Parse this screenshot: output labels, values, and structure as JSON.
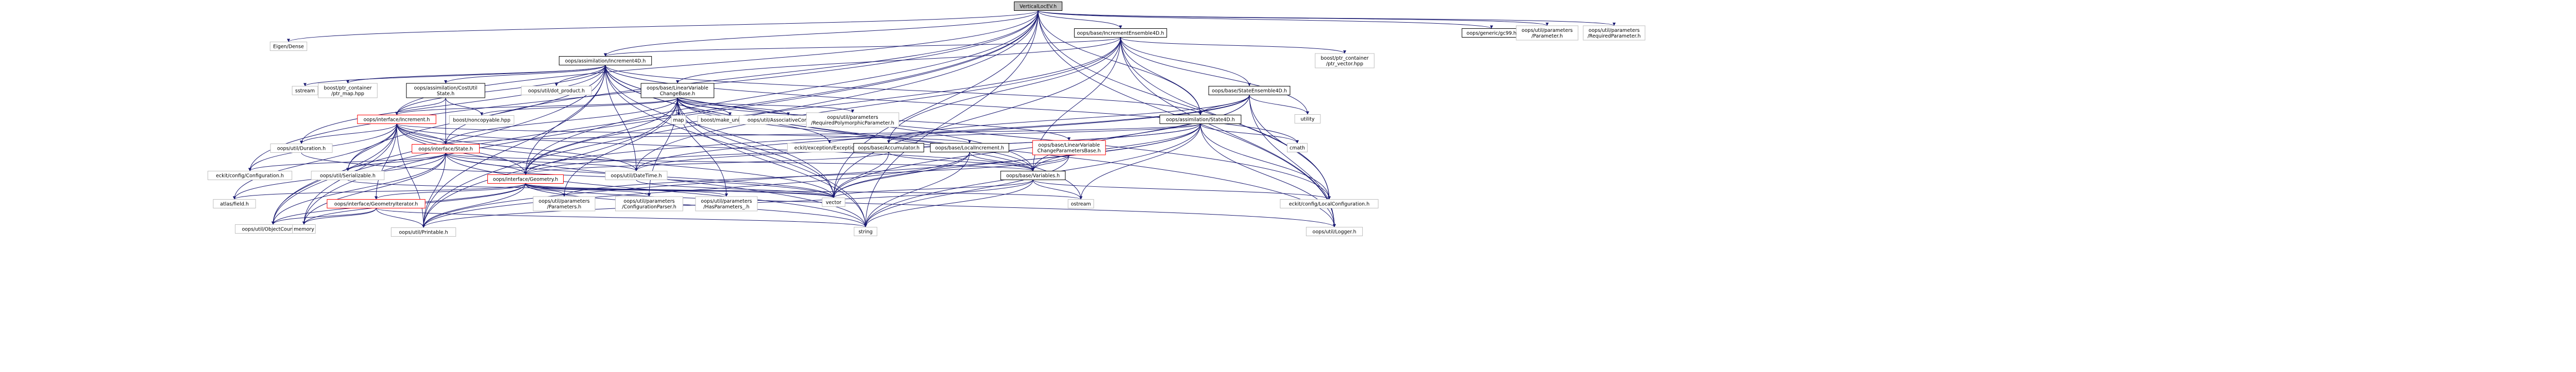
{
  "root": "VerticalLocEV.h",
  "nodes": [
    {
      "id": "root",
      "label": [
        "VerticalLocEV.h"
      ],
      "style": "root"
    },
    {
      "id": "eigen",
      "label": [
        "Eigen/Dense"
      ],
      "style": "plain"
    },
    {
      "id": "ie4d",
      "label": [
        "oops/base/IncrementEnsemble4D.h"
      ],
      "style": "linked"
    },
    {
      "id": "gcw",
      "label": [
        "oops/generic/gc99.h"
      ],
      "style": "linked"
    },
    {
      "id": "upparam",
      "label": [
        "oops/util/parameters",
        "/Parameter.h"
      ],
      "style": "plain"
    },
    {
      "id": "upreqparam",
      "label": [
        "oops/util/parameters",
        "/RequiredParameter.h"
      ],
      "style": "plain"
    },
    {
      "id": "inc4d",
      "label": [
        "oops/assimilation/Increment4D.h"
      ],
      "style": "linked"
    },
    {
      "id": "ptrvector",
      "label": [
        "boost/ptr_container",
        "/ptr_vector.hpp"
      ],
      "style": "plain"
    },
    {
      "id": "se4d",
      "label": [
        "oops/base/StateEnsemble4D.h"
      ],
      "style": "linked"
    },
    {
      "id": "utility",
      "label": [
        "utility"
      ],
      "style": "plain"
    },
    {
      "id": "sstream",
      "label": [
        "sstream"
      ],
      "style": "plain"
    },
    {
      "id": "ptrmap",
      "label": [
        "boost/ptr_container",
        "/ptr_map.hpp"
      ],
      "style": "plain"
    },
    {
      "id": "costutil",
      "label": [
        "oops/assimilation/CostUtil",
        "State.h"
      ],
      "style": "linked"
    },
    {
      "id": "dotprod",
      "label": [
        "oops/util/dot_product.h"
      ],
      "style": "plain"
    },
    {
      "id": "lvcb",
      "label": [
        "oops/base/LinearVariable",
        "ChangeBase.h"
      ],
      "style": "linked"
    },
    {
      "id": "state4d",
      "label": [
        "oops/assimilation/State4D.h"
      ],
      "style": "linked"
    },
    {
      "id": "noncopy",
      "label": [
        "boost/noncopyable.hpp"
      ],
      "style": "plain"
    },
    {
      "id": "map",
      "label": [
        "map"
      ],
      "style": "plain"
    },
    {
      "id": "makeunique",
      "label": [
        "boost/make_unique.hpp"
      ],
      "style": "plain"
    },
    {
      "id": "assoc",
      "label": [
        "oops/util/AssociativeContainers.h"
      ],
      "style": "plain"
    },
    {
      "id": "reqpoly",
      "label": [
        "oops/util/parameters",
        "/RequiredPolymorphicParameter.h"
      ],
      "style": "plain"
    },
    {
      "id": "iincrement",
      "label": [
        "oops/interface/Increment.h"
      ],
      "style": "red"
    },
    {
      "id": "cmath",
      "label": [
        "cmath"
      ],
      "style": "plain"
    },
    {
      "id": "exceptions",
      "label": [
        "eckit/exception/Exceptions.h"
      ],
      "style": "plain"
    },
    {
      "id": "accum",
      "label": [
        "oops/base/Accumulator.h"
      ],
      "style": "linked"
    },
    {
      "id": "localinc",
      "label": [
        "oops/base/LocalIncrement.h"
      ],
      "style": "linked"
    },
    {
      "id": "lvcpb",
      "label": [
        "oops/base/LinearVariable",
        "ChangeParametersBase.h"
      ],
      "style": "red"
    },
    {
      "id": "duration",
      "label": [
        "oops/util/Duration.h"
      ],
      "style": "plain"
    },
    {
      "id": "istate",
      "label": [
        "oops/interface/State.h"
      ],
      "style": "red"
    },
    {
      "id": "econfig",
      "label": [
        "eckit/config/Configuration.h"
      ],
      "style": "plain"
    },
    {
      "id": "serial",
      "label": [
        "oops/util/Serializable.h"
      ],
      "style": "plain"
    },
    {
      "id": "datetime",
      "label": [
        "oops/util/DateTime.h"
      ],
      "style": "plain"
    },
    {
      "id": "variables",
      "label": [
        "oops/base/Variables.h"
      ],
      "style": "linked"
    },
    {
      "id": "igeom",
      "label": [
        "oops/interface/Geometry.h"
      ],
      "style": "red"
    },
    {
      "id": "atlas",
      "label": [
        "atlas/field.h"
      ],
      "style": "plain"
    },
    {
      "id": "igeomit",
      "label": [
        "oops/interface/GeometryIterator.h"
      ],
      "style": "red"
    },
    {
      "id": "upparams",
      "label": [
        "oops/util/parameters",
        "/Parameters.h"
      ],
      "style": "plain"
    },
    {
      "id": "cfgparser",
      "label": [
        "oops/util/parameters",
        "/ConfigurationParser.h"
      ],
      "style": "plain"
    },
    {
      "id": "hasparams",
      "label": [
        "oops/util/parameters",
        "/HasParameters_.h"
      ],
      "style": "plain"
    },
    {
      "id": "vector",
      "label": [
        "vector"
      ],
      "style": "plain"
    },
    {
      "id": "ostream",
      "label": [
        "ostream"
      ],
      "style": "plain"
    },
    {
      "id": "localcfg",
      "label": [
        "eckit/config/LocalConfiguration.h"
      ],
      "style": "plain"
    },
    {
      "id": "objcounter",
      "label": [
        "oops/util/ObjectCounter.h"
      ],
      "style": "plain"
    },
    {
      "id": "memory",
      "label": [
        "memory"
      ],
      "style": "plain"
    },
    {
      "id": "printable",
      "label": [
        "oops/util/Printable.h"
      ],
      "style": "plain"
    },
    {
      "id": "string",
      "label": [
        "string"
      ],
      "style": "plain"
    },
    {
      "id": "logger",
      "label": [
        "oops/util/Logger.h"
      ],
      "style": "plain"
    }
  ],
  "edges": [
    [
      "root",
      "eigen"
    ],
    [
      "root",
      "ie4d"
    ],
    [
      "root",
      "gcw"
    ],
    [
      "root",
      "upparam"
    ],
    [
      "root",
      "upreqparam"
    ],
    [
      "root",
      "inc4d"
    ],
    [
      "root",
      "state4d"
    ],
    [
      "root",
      "istate"
    ],
    [
      "root",
      "igeom"
    ],
    [
      "root",
      "iincrement"
    ],
    [
      "root",
      "objcounter"
    ],
    [
      "root",
      "printable"
    ],
    [
      "root",
      "memory"
    ],
    [
      "root",
      "string"
    ],
    [
      "root",
      "logger"
    ],
    [
      "root",
      "vector"
    ],
    [
      "root",
      "econfig"
    ],
    [
      "root",
      "localcfg"
    ],
    [
      "ie4d",
      "inc4d"
    ],
    [
      "ie4d",
      "ptrvector"
    ],
    [
      "ie4d",
      "se4d"
    ],
    [
      "ie4d",
      "utility"
    ],
    [
      "ie4d",
      "lvcb"
    ],
    [
      "ie4d",
      "state4d"
    ],
    [
      "ie4d",
      "accum"
    ],
    [
      "ie4d",
      "vector"
    ],
    [
      "ie4d",
      "logger"
    ],
    [
      "ie4d",
      "localcfg"
    ],
    [
      "ie4d",
      "variables"
    ],
    [
      "ie4d",
      "datetime"
    ],
    [
      "ie4d",
      "igeom"
    ],
    [
      "inc4d",
      "sstream"
    ],
    [
      "inc4d",
      "ptrmap"
    ],
    [
      "inc4d",
      "costutil"
    ],
    [
      "inc4d",
      "dotprod"
    ],
    [
      "inc4d",
      "iincrement"
    ],
    [
      "inc4d",
      "state4d"
    ],
    [
      "inc4d",
      "duration"
    ],
    [
      "inc4d",
      "datetime"
    ],
    [
      "inc4d",
      "logger"
    ],
    [
      "inc4d",
      "localcfg"
    ],
    [
      "inc4d",
      "variables"
    ],
    [
      "inc4d",
      "vector"
    ],
    [
      "inc4d",
      "igeom"
    ],
    [
      "inc4d",
      "serial"
    ],
    [
      "inc4d",
      "printable"
    ],
    [
      "inc4d",
      "objcounter"
    ],
    [
      "inc4d",
      "cmath"
    ],
    [
      "inc4d",
      "ostream"
    ],
    [
      "inc4d",
      "string"
    ],
    [
      "costutil",
      "iincrement"
    ],
    [
      "costutil",
      "istate"
    ],
    [
      "costutil",
      "noncopy"
    ],
    [
      "lvcb",
      "map"
    ],
    [
      "lvcb",
      "makeunique"
    ],
    [
      "lvcb",
      "assoc"
    ],
    [
      "lvcb",
      "reqpoly"
    ],
    [
      "lvcb",
      "iincrement"
    ],
    [
      "lvcb",
      "istate"
    ],
    [
      "lvcb",
      "igeom"
    ],
    [
      "lvcb",
      "lvcpb"
    ],
    [
      "lvcb",
      "variables"
    ],
    [
      "lvcb",
      "noncopy"
    ],
    [
      "lvcb",
      "exceptions"
    ],
    [
      "lvcb",
      "upparams"
    ],
    [
      "lvcb",
      "cfgparser"
    ],
    [
      "lvcb",
      "hasparams"
    ],
    [
      "lvcb",
      "printable"
    ],
    [
      "lvcb",
      "string"
    ],
    [
      "lvcb",
      "vector"
    ],
    [
      "se4d",
      "state4d"
    ],
    [
      "se4d",
      "utility"
    ],
    [
      "se4d",
      "vector"
    ],
    [
      "se4d",
      "logger"
    ],
    [
      "se4d",
      "localcfg"
    ],
    [
      "se4d",
      "variables"
    ],
    [
      "se4d",
      "datetime"
    ],
    [
      "se4d",
      "accum"
    ],
    [
      "se4d",
      "igeom"
    ],
    [
      "state4d",
      "istate"
    ],
    [
      "state4d",
      "cmath"
    ],
    [
      "state4d",
      "exceptions"
    ],
    [
      "state4d",
      "ostream"
    ],
    [
      "state4d",
      "vector"
    ],
    [
      "state4d",
      "string"
    ],
    [
      "state4d",
      "localcfg"
    ],
    [
      "state4d",
      "variables"
    ],
    [
      "state4d",
      "datetime"
    ],
    [
      "state4d",
      "logger"
    ],
    [
      "state4d",
      "igeom"
    ],
    [
      "state4d",
      "printable"
    ],
    [
      "iincrement",
      "istate"
    ],
    [
      "iincrement",
      "igeom"
    ],
    [
      "iincrement",
      "igeomit"
    ],
    [
      "iincrement",
      "datetime"
    ],
    [
      "iincrement",
      "duration"
    ],
    [
      "iincrement",
      "serial"
    ],
    [
      "iincrement",
      "atlas"
    ],
    [
      "iincrement",
      "memory"
    ],
    [
      "iincrement",
      "objcounter"
    ],
    [
      "iincrement",
      "printable"
    ],
    [
      "iincrement",
      "string"
    ],
    [
      "iincrement",
      "vector"
    ],
    [
      "iincrement",
      "localinc"
    ],
    [
      "iincrement",
      "variables"
    ],
    [
      "iincrement",
      "econfig"
    ],
    [
      "istate",
      "igeom"
    ],
    [
      "istate",
      "datetime"
    ],
    [
      "istate",
      "serial"
    ],
    [
      "istate",
      "atlas"
    ],
    [
      "istate",
      "memory"
    ],
    [
      "istate",
      "objcounter"
    ],
    [
      "istate",
      "printable"
    ],
    [
      "istate",
      "string"
    ],
    [
      "istate",
      "variables"
    ],
    [
      "istate",
      "econfig"
    ],
    [
      "istate",
      "vector"
    ],
    [
      "accum",
      "igeom"
    ],
    [
      "accum",
      "variables"
    ],
    [
      "accum",
      "vector"
    ],
    [
      "localinc",
      "variables"
    ],
    [
      "localinc",
      "vector"
    ],
    [
      "localinc",
      "printable"
    ],
    [
      "localinc",
      "string"
    ],
    [
      "lvcpb",
      "variables"
    ],
    [
      "lvcpb",
      "upparams"
    ],
    [
      "lvcpb",
      "string"
    ],
    [
      "variables",
      "vector"
    ],
    [
      "variables",
      "ostream"
    ],
    [
      "variables",
      "string"
    ],
    [
      "variables",
      "localcfg"
    ],
    [
      "variables",
      "printable"
    ],
    [
      "igeom",
      "igeomit"
    ],
    [
      "igeom",
      "atlas"
    ],
    [
      "igeom",
      "memory"
    ],
    [
      "igeom",
      "objcounter"
    ],
    [
      "igeom",
      "printable"
    ],
    [
      "igeom",
      "string"
    ],
    [
      "igeom",
      "vector"
    ],
    [
      "igeom",
      "upparams"
    ],
    [
      "igeom",
      "cfgparser"
    ],
    [
      "igeom",
      "hasparams"
    ],
    [
      "igeom",
      "ostream"
    ],
    [
      "igeom",
      "logger"
    ],
    [
      "igeomit",
      "objcounter"
    ],
    [
      "igeomit",
      "printable"
    ],
    [
      "igeomit",
      "memory"
    ],
    [
      "igeomit",
      "string"
    ],
    [
      "datetime",
      "vector"
    ],
    [
      "duration",
      "vector"
    ],
    [
      "serial",
      "vector"
    ]
  ]
}
